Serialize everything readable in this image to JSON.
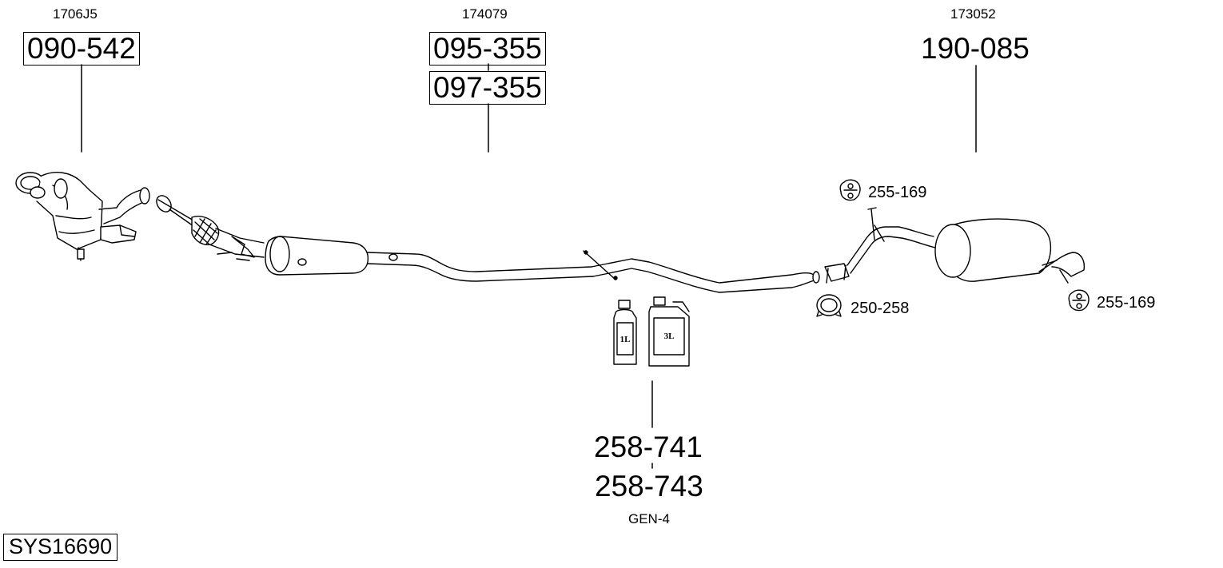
{
  "parts": {
    "cat": {
      "oe": "1706J5",
      "number": "090-542"
    },
    "mid": {
      "oe": "174079",
      "number_1": "095-355",
      "number_2": "097-355"
    },
    "rear": {
      "oe": "173052",
      "number": "190-085"
    },
    "hanger_top": {
      "number": "255-169"
    },
    "hanger_rear": {
      "number": "255-169"
    },
    "clamp": {
      "number": "250-258"
    },
    "paste": {
      "number_1": "258-741",
      "number_2": "258-743",
      "note": "GEN-4"
    },
    "bottle_small": {
      "label": "1L"
    },
    "bottle_large": {
      "label": "3L"
    }
  },
  "system": {
    "id": "SYS16690"
  },
  "colors": {
    "line": "#000000",
    "background": "#ffffff"
  },
  "icons": [
    "catalytic-converter-icon",
    "flex-pipe-icon",
    "middle-silencer-icon",
    "rear-silencer-icon",
    "rubber-hanger-icon",
    "clamp-icon",
    "paste-bottle-icon"
  ]
}
